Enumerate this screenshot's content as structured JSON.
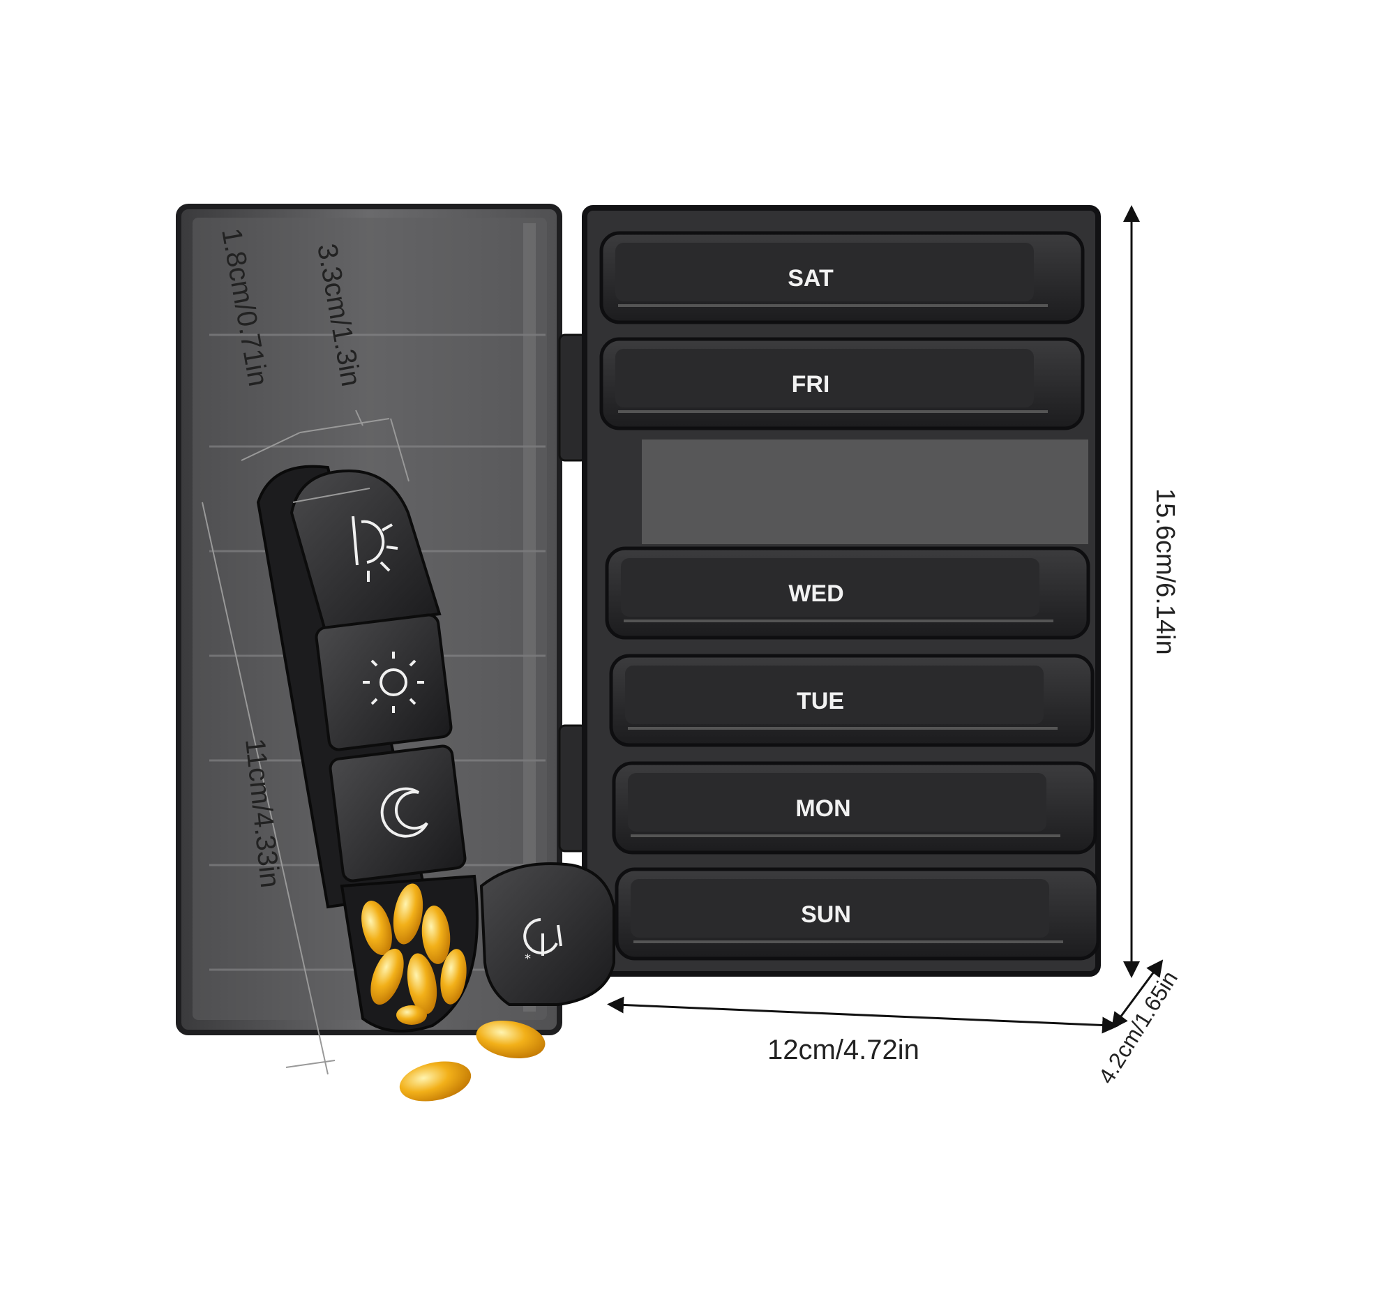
{
  "product": {
    "days": [
      "SAT",
      "FRI",
      "WED",
      "TUE",
      "MON",
      "SUN"
    ],
    "strip_icons": [
      "sunrise-icon",
      "sun-icon",
      "moon-icon",
      "night-moon-icon"
    ],
    "pill_color": "#f2b019",
    "case_color": "#2c2c2e"
  },
  "dimensions": {
    "height": "15.6cm/6.14in",
    "width": "12cm/4.72in",
    "depth": "4.2cm/1.65in",
    "strip_length": "11cm/4.33in",
    "strip_width": "3.3cm/1.3in",
    "strip_depth": "1.8cm/0.71in"
  }
}
